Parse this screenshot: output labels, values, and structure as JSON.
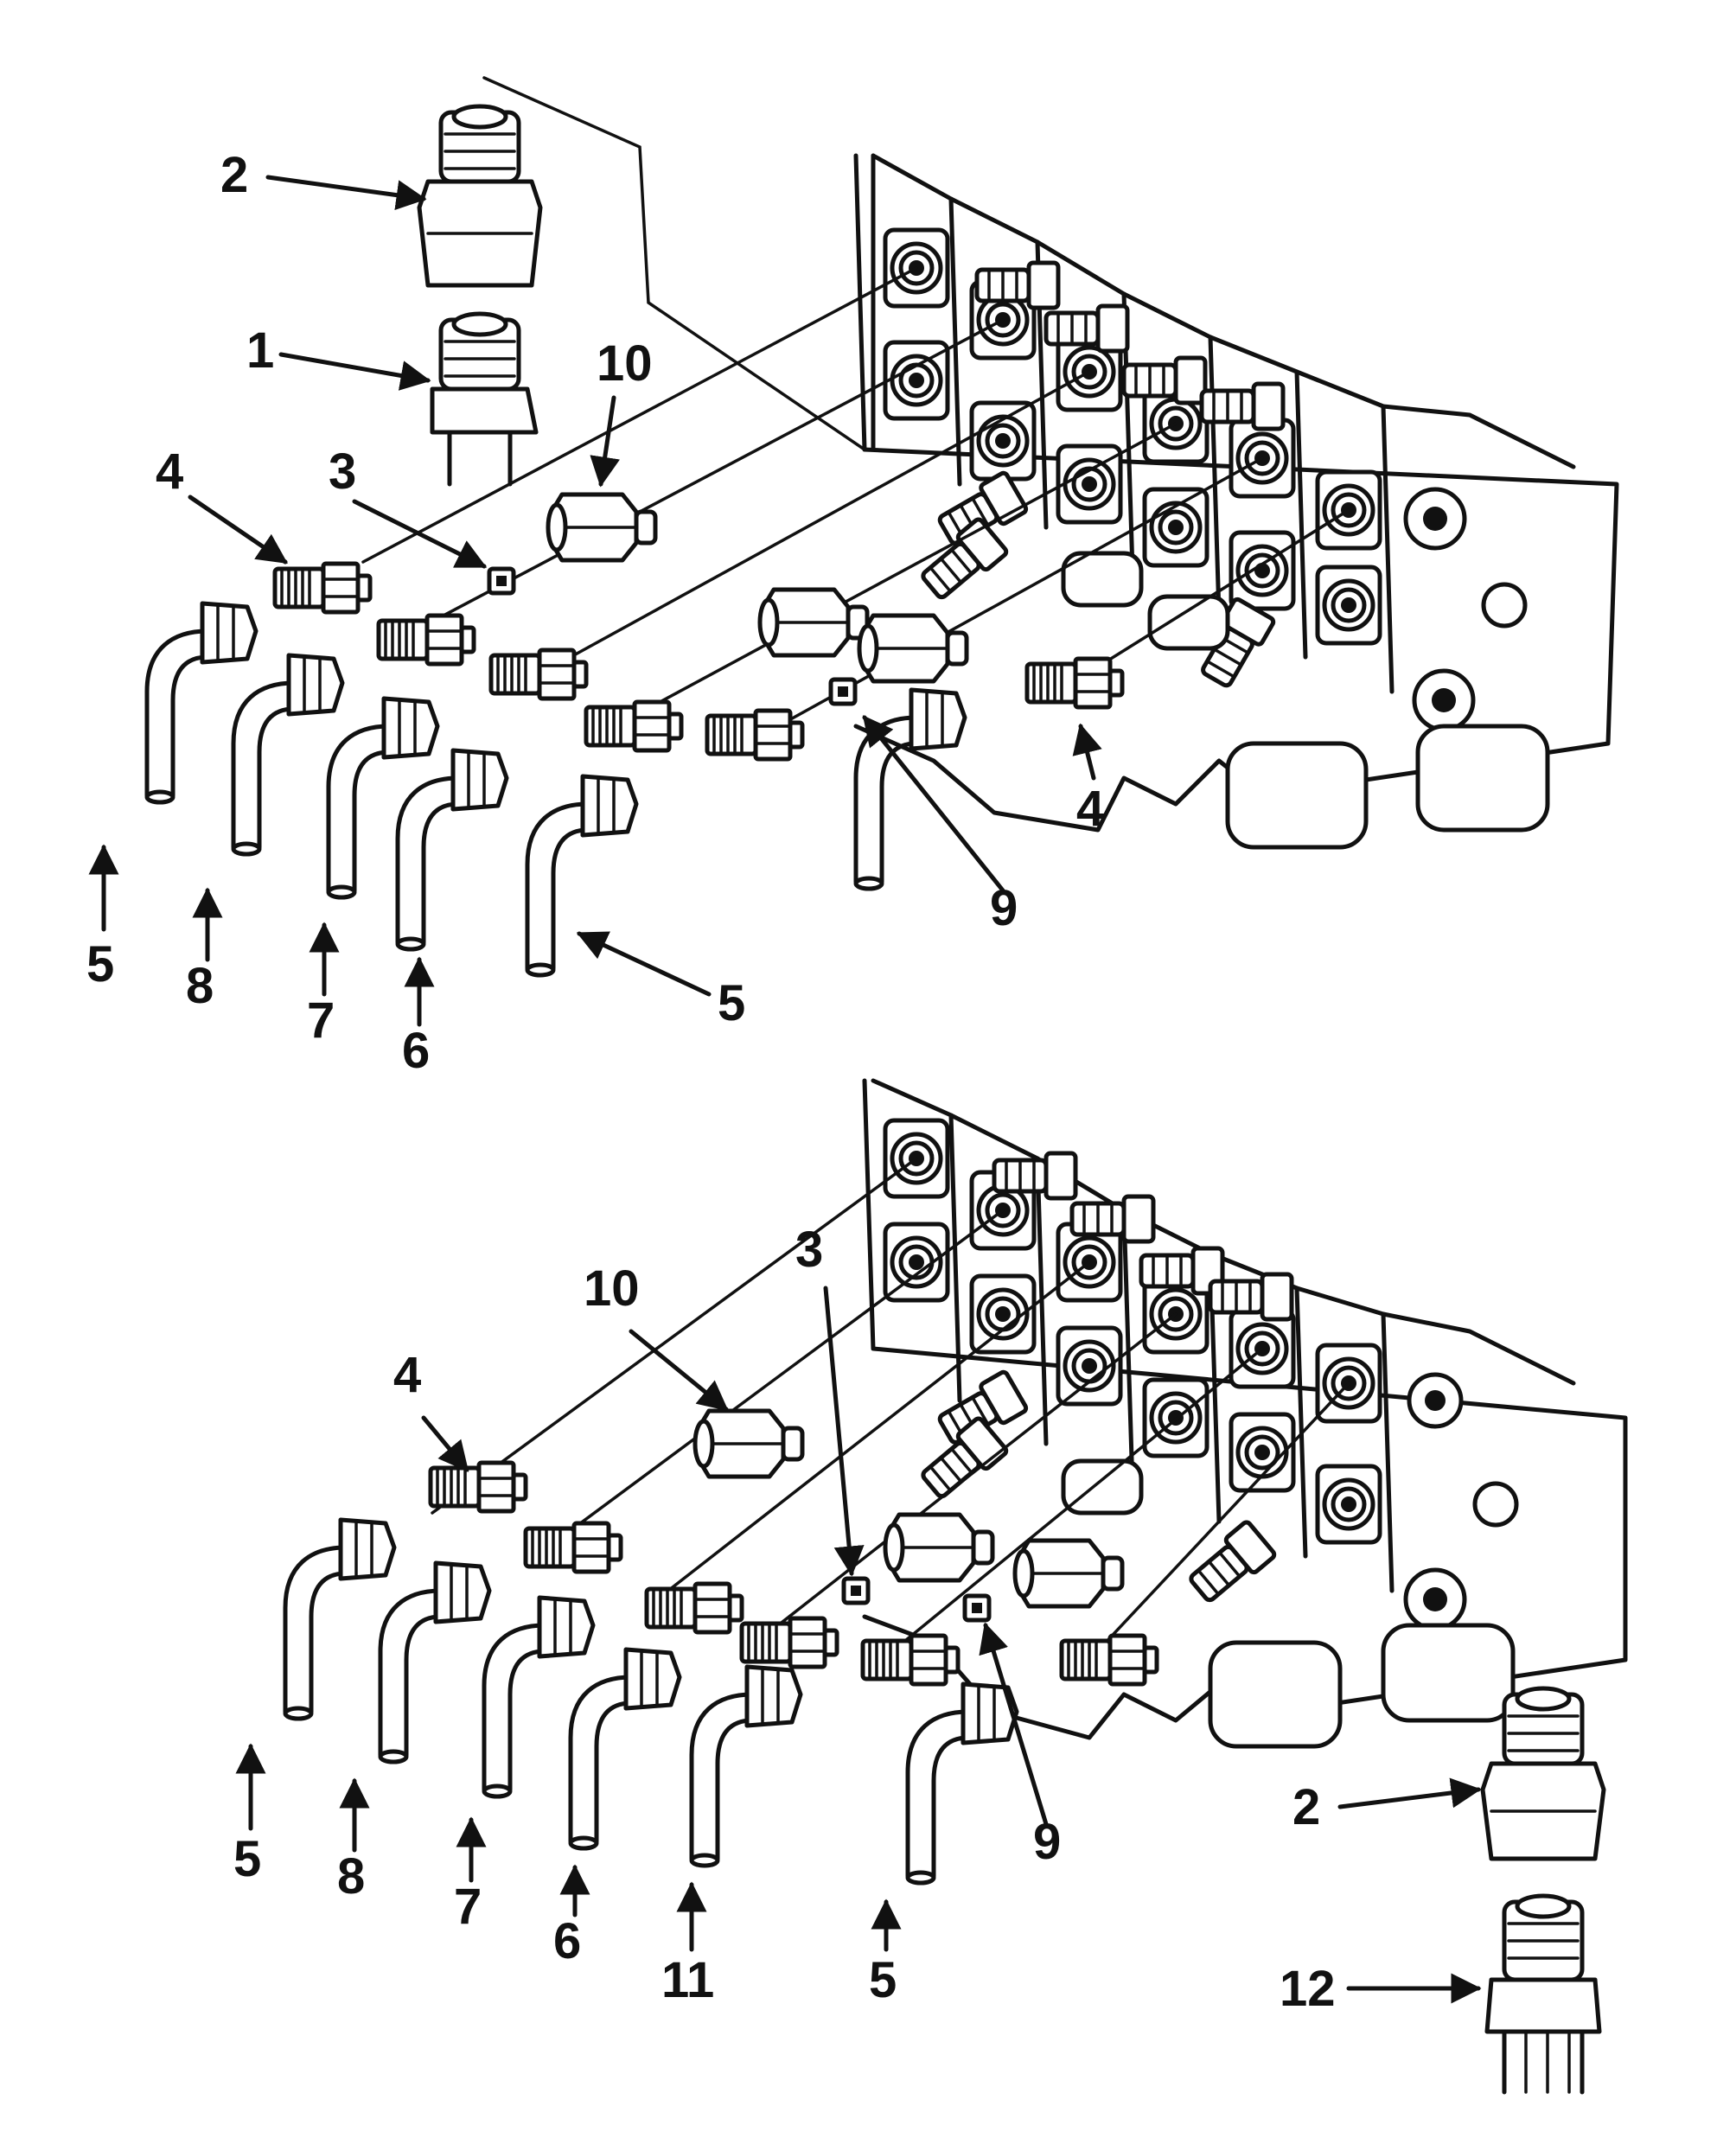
{
  "callouts": {
    "upper": [
      {
        "id": "u-2",
        "label": "2"
      },
      {
        "id": "u-1",
        "label": "1"
      },
      {
        "id": "u-10",
        "label": "10"
      },
      {
        "id": "u-4a",
        "label": "4"
      },
      {
        "id": "u-3",
        "label": "3"
      },
      {
        "id": "u-5a",
        "label": "5"
      },
      {
        "id": "u-8",
        "label": "8"
      },
      {
        "id": "u-7",
        "label": "7"
      },
      {
        "id": "u-6",
        "label": "6"
      },
      {
        "id": "u-5b",
        "label": "5"
      },
      {
        "id": "u-9",
        "label": "9"
      },
      {
        "id": "u-4b",
        "label": "4"
      }
    ],
    "lower": [
      {
        "id": "l-10",
        "label": "10"
      },
      {
        "id": "l-3",
        "label": "3"
      },
      {
        "id": "l-4",
        "label": "4"
      },
      {
        "id": "l-5a",
        "label": "5"
      },
      {
        "id": "l-8",
        "label": "8"
      },
      {
        "id": "l-7",
        "label": "7"
      },
      {
        "id": "l-6",
        "label": "6"
      },
      {
        "id": "l-11",
        "label": "11"
      },
      {
        "id": "l-5b",
        "label": "5"
      },
      {
        "id": "l-9",
        "label": "9"
      },
      {
        "id": "l-2",
        "label": "2"
      },
      {
        "id": "l-12",
        "label": "12"
      }
    ]
  }
}
